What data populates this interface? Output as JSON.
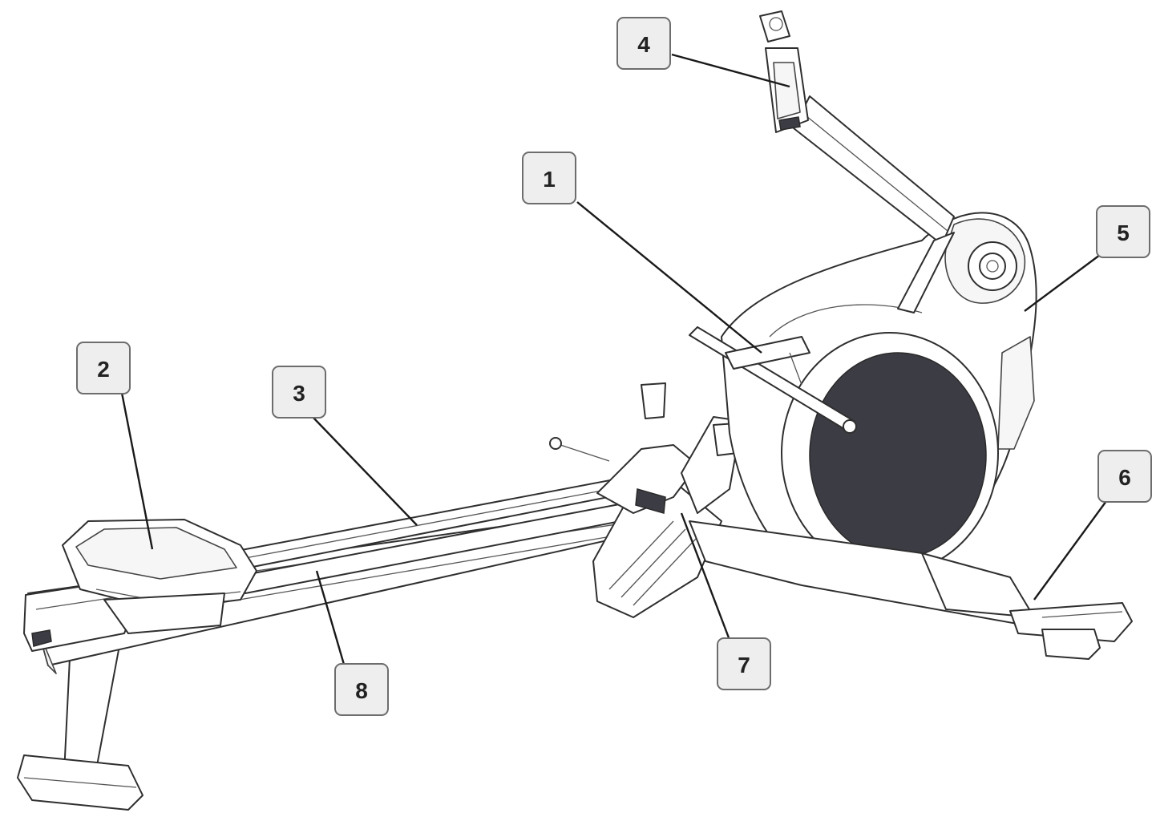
{
  "colors": {
    "callout_fill": "#eeeeee",
    "callout_border": "#6d6d6d",
    "line_art": "#2f2f2f",
    "flywheel_screen": "#3c3c44"
  },
  "callouts": [
    {
      "id": "callout-1",
      "label": "1"
    },
    {
      "id": "callout-2",
      "label": "2"
    },
    {
      "id": "callout-3",
      "label": "3"
    },
    {
      "id": "callout-4",
      "label": "4"
    },
    {
      "id": "callout-5",
      "label": "5"
    },
    {
      "id": "callout-6",
      "label": "6"
    },
    {
      "id": "callout-7",
      "label": "7"
    },
    {
      "id": "callout-8",
      "label": "8"
    }
  ]
}
